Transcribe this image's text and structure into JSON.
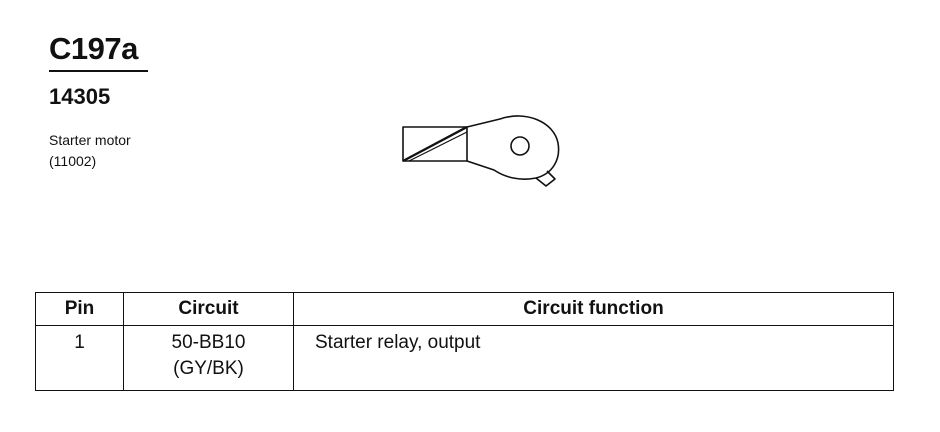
{
  "header": {
    "connector_id": "C197a",
    "part_number": "14305",
    "component_name": "Starter motor",
    "component_code": "(11002)"
  },
  "table": {
    "columns": [
      "Pin",
      "Circuit",
      "Circuit function"
    ],
    "rows": [
      {
        "pin": "1",
        "circuit": "50-BB10",
        "circuit_color": "(GY/BK)",
        "function": "Starter relay, output"
      }
    ]
  },
  "icons": {
    "connector": "ring-terminal-connector-icon"
  }
}
